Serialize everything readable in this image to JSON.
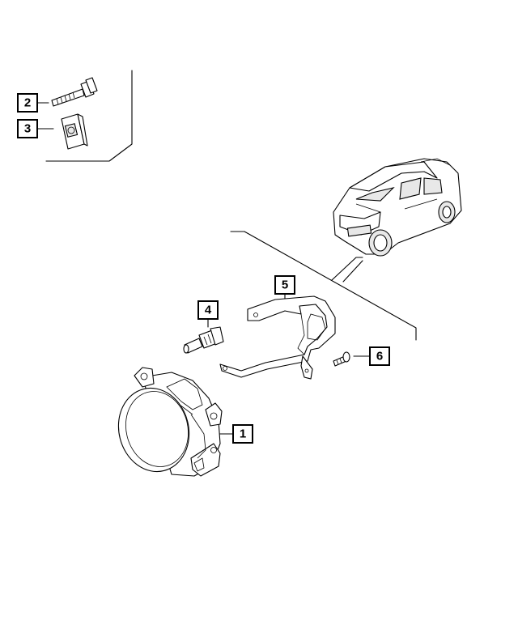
{
  "callouts": [
    {
      "id": "callout-1",
      "label": "1"
    },
    {
      "id": "callout-2",
      "label": "2"
    },
    {
      "id": "callout-3",
      "label": "3"
    },
    {
      "id": "callout-4",
      "label": "4"
    },
    {
      "id": "callout-5",
      "label": "5"
    },
    {
      "id": "callout-6",
      "label": "6"
    }
  ],
  "parts": {
    "fog-lamp": "fog-lamp-assembly",
    "bolt": "hex-bolt",
    "clip-nut": "u-clip-nut",
    "bulb": "fog-lamp-bulb",
    "bracket": "mounting-bracket",
    "screw": "small-screw",
    "vehicle": "suv-vehicle-locator"
  }
}
